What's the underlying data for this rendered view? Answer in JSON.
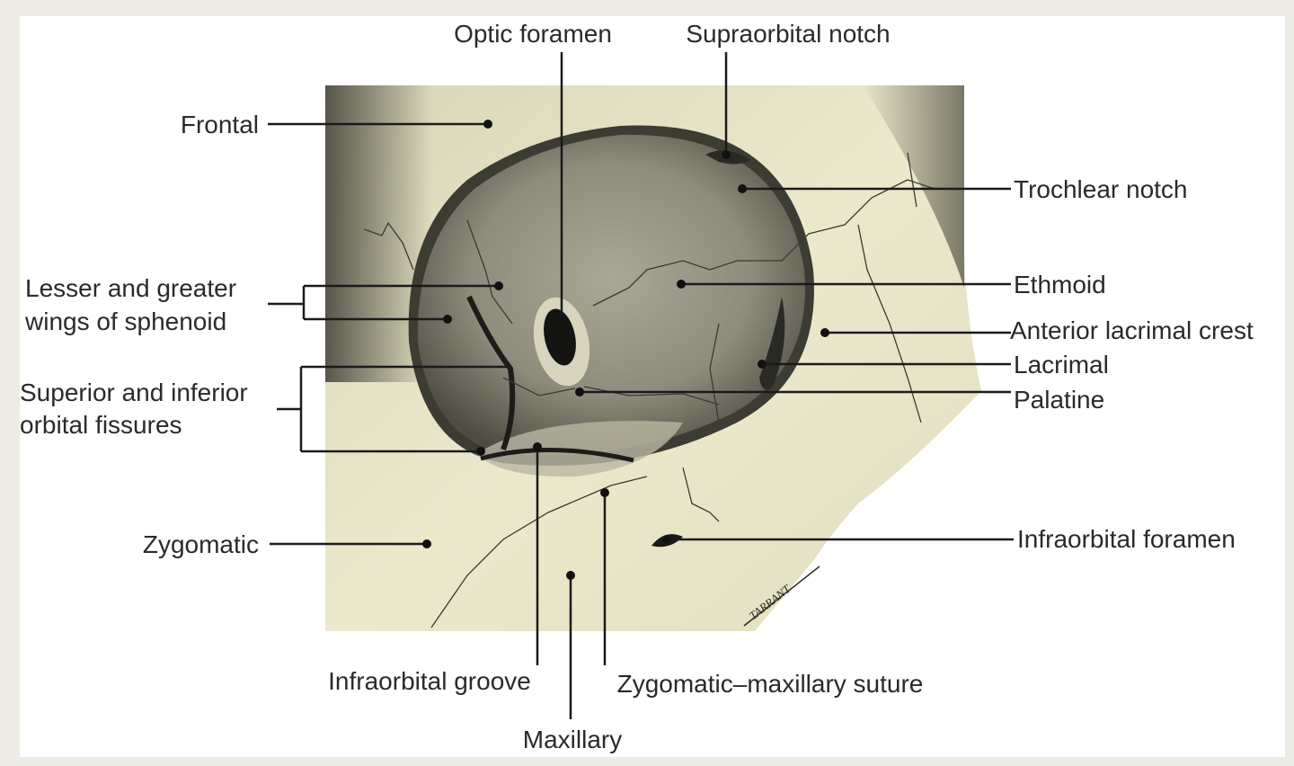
{
  "labels": {
    "optic_foramen": "Optic foramen",
    "supraorbital_notch": "Supraorbital notch",
    "frontal": "Frontal",
    "trochlear_notch": "Trochlear notch",
    "wings_line1": "Lesser and greater",
    "wings_line2": "wings of sphenoid",
    "ethmoid": "Ethmoid",
    "anterior_lacrimal_crest": "Anterior lacrimal crest",
    "lacrimal": "Lacrimal",
    "fissures_line1": "Superior and inferior",
    "fissures_line2": "orbital fissures",
    "palatine": "Palatine",
    "zygomatic": "Zygomatic",
    "infraorbital_foramen": "Infraorbital foramen",
    "infraorbital_groove": "Infraorbital groove",
    "zygomatic_maxillary_suture": "Zygomatic–maxillary suture",
    "maxillary": "Maxillary"
  },
  "signature": "TARRANT",
  "colors": {
    "background": "#ecece4",
    "bone": "#e6e2c6",
    "bone_shadow": "#5b5a4c",
    "orbit": "#8f8d7e",
    "line": "#1a1a1a"
  }
}
